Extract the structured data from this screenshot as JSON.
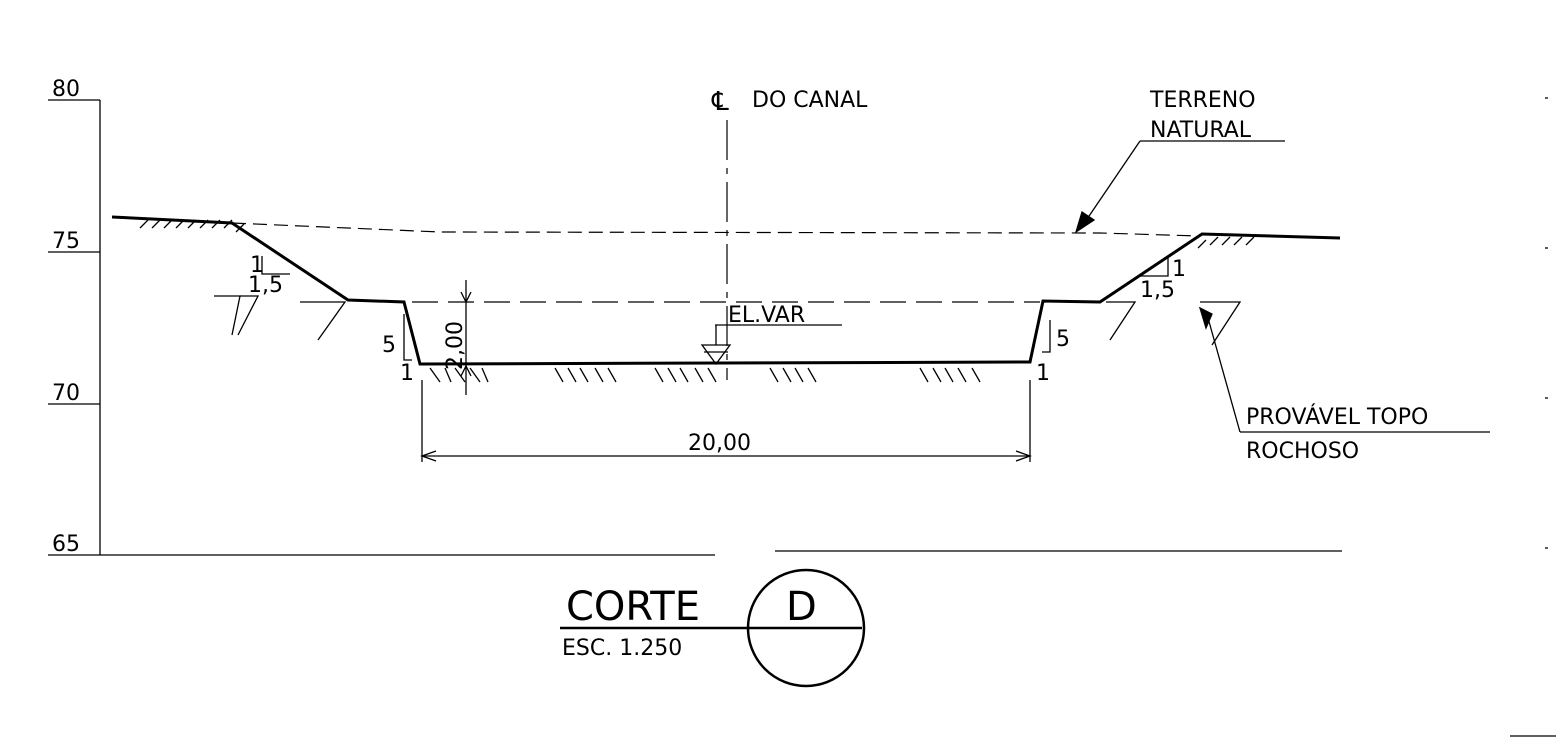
{
  "drawing": {
    "elevation_labels": [
      "80",
      "75",
      "70",
      "65"
    ],
    "centerline_symbol": "℄",
    "centerline_label": "DO CANAL",
    "terreno_line1": "TERRENO",
    "terreno_line2": "NATURAL",
    "rock_line1": "PROVÁVEL TOPO",
    "rock_line2": "ROCHOSO",
    "water_level_label": "EL.VAR",
    "depth_dimension": "2,00",
    "width_dimension": "20,00",
    "slope_left_upper_v": "1",
    "slope_left_upper_h": "1,5",
    "slope_right_upper_v": "1",
    "slope_right_upper_h": "1,5",
    "slope_left_lower_v": "5",
    "slope_left_lower_h": "1",
    "slope_right_lower_v": "5",
    "slope_right_lower_h": "1",
    "title": "CORTE",
    "section_letter": "D",
    "scale_label": "ESC. 1.250"
  }
}
